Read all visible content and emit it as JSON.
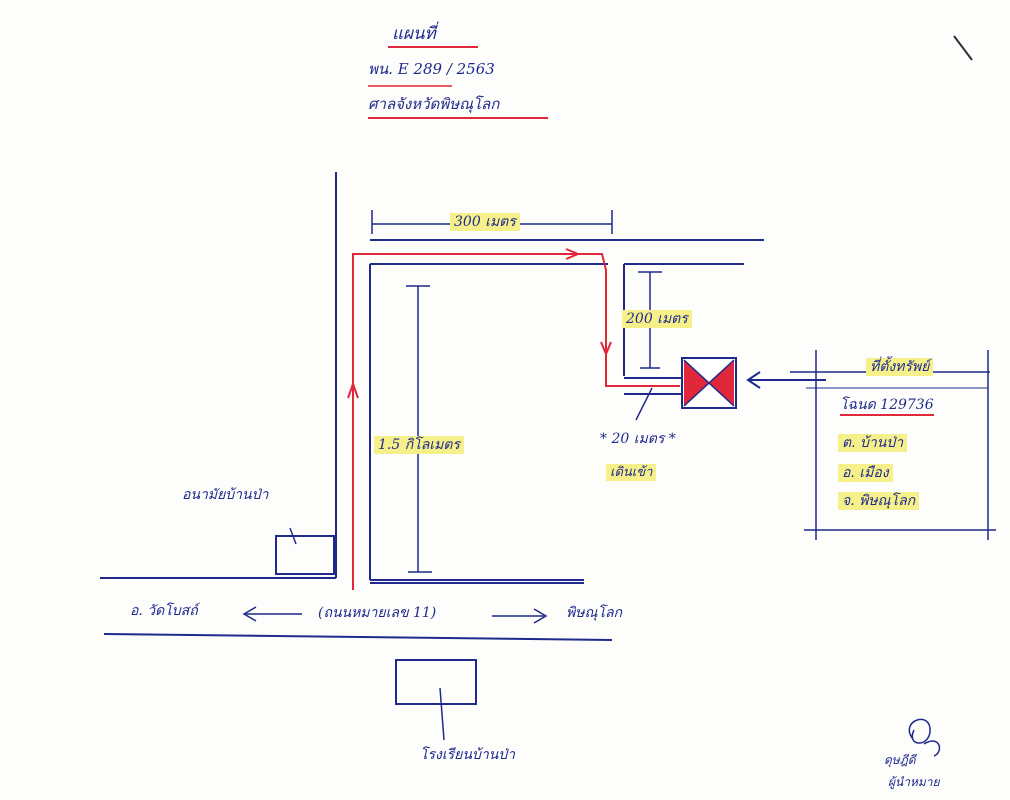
{
  "header": {
    "line1": "แผนที่",
    "line2_prefix": "พน.",
    "line2_case": "E 289 / 2563",
    "line3": "ศาลจังหวัดพิษณุโลก"
  },
  "distances": {
    "top_road": "300 เมตร",
    "side_road": "200 เมตร",
    "main_road": "1.5 กิโลเมตร",
    "driveway": "* 20 เมตร *",
    "house_note": "เดินเข้า"
  },
  "target_info": {
    "title": "ที่ตั้งทรัพย์",
    "deed": "โฉนด 129736",
    "subdistrict": "ต. บ้านป่า",
    "district": "อ. เมือง",
    "province": "จ. พิษณุโลก"
  },
  "landmarks": {
    "health_station": "อนามัยบ้านป่า",
    "school": "โรงเรียนบ้านป่า"
  },
  "highway": {
    "left_destination": "อ. วัดโบสถ์",
    "road_name": "(ถนนหมายเลข 11)",
    "right_destination": "พิษณุโลก"
  },
  "signature": {
    "name": "ดุษฎีดี",
    "role": "ผู้นำหมาย"
  },
  "colors": {
    "ink_blue": "#1f2a8c",
    "ink_red": "#e0283a",
    "highlight": "#f6f08a"
  }
}
